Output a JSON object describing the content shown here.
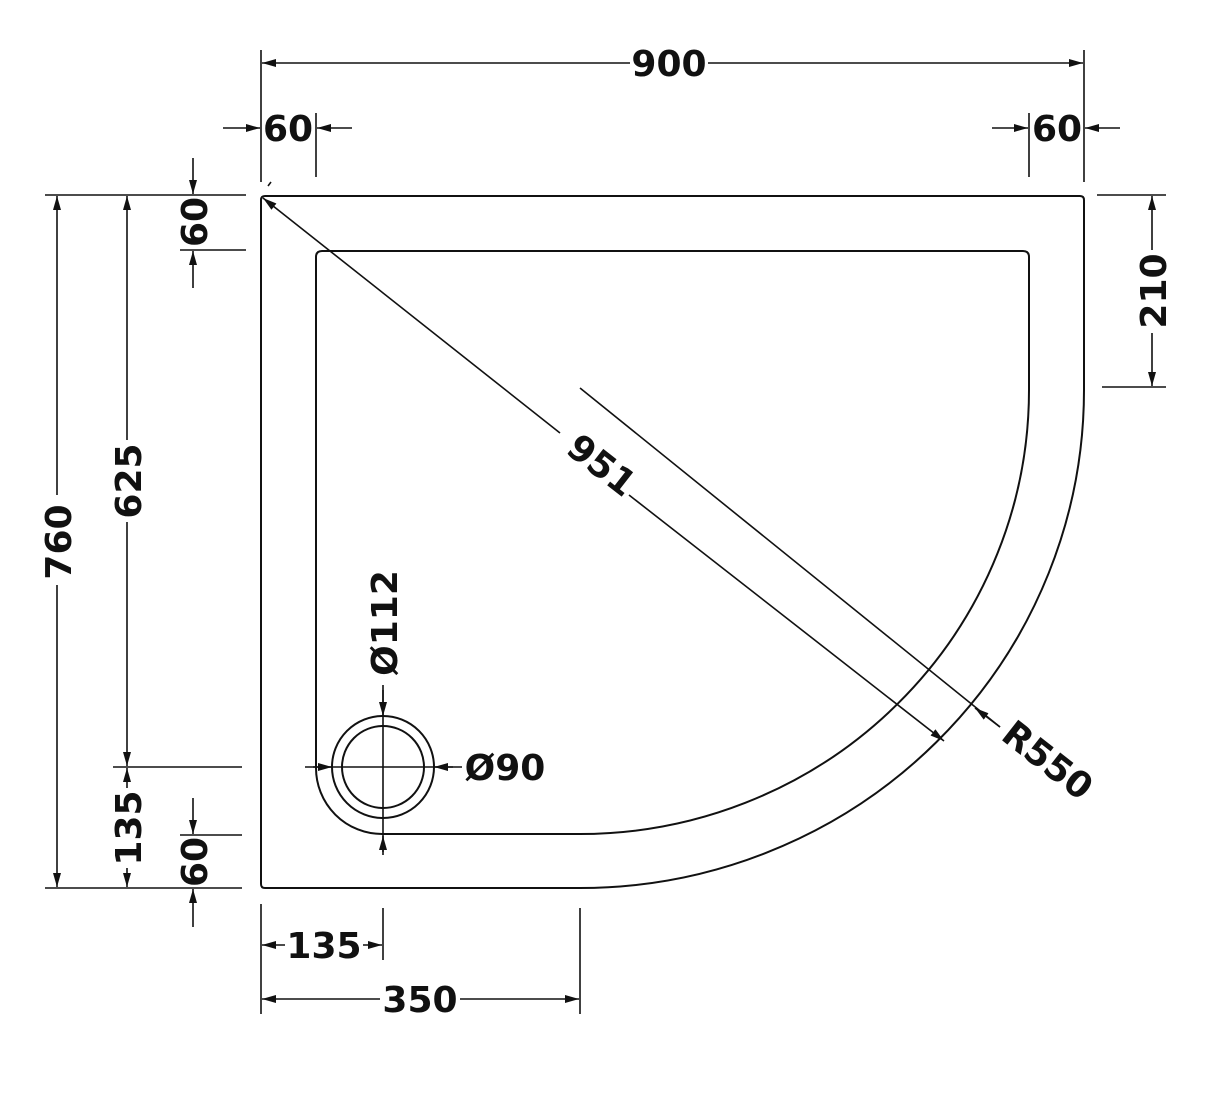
{
  "drawing": {
    "subject": "Quadrant shower tray plan view",
    "line_color": "#111111",
    "background": "#ffffff"
  },
  "dimensions": {
    "overall_width": "900",
    "overall_depth": "760",
    "rim_left_top": "60",
    "rim_right_top": "60",
    "rim_top_left": "60",
    "rim_bottom_left": "60",
    "straight_right": "210",
    "inner_depth": "625",
    "waste_from_bottom": "135",
    "waste_from_left": "135",
    "straight_bottom": "350",
    "diagonal": "951",
    "radius": "R550",
    "waste_outer_diameter": "Ø112",
    "waste_inner_diameter": "Ø90"
  }
}
